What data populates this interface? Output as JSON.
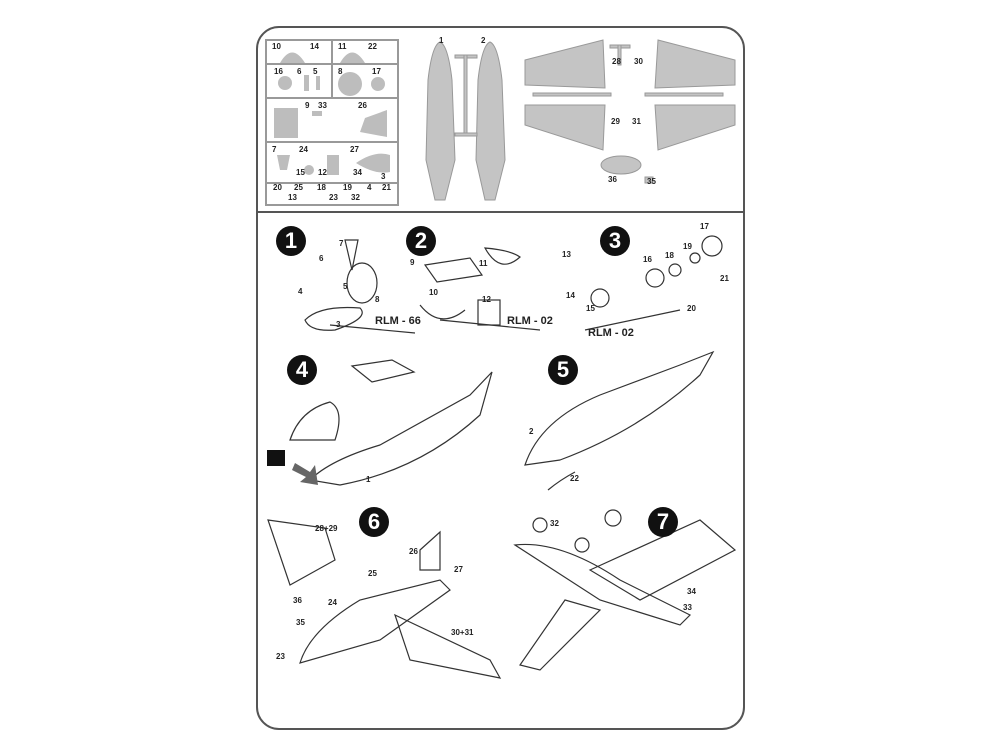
{
  "colors": {
    "part_fill": "#bdbdbd",
    "line": "#333333",
    "step_badge": "#111111"
  },
  "sprue_labels": [
    "10",
    "14",
    "11",
    "22",
    "16",
    "6",
    "5",
    "8",
    "17",
    "9",
    "33",
    "26",
    "7",
    "24",
    "27",
    "15",
    "12",
    "34",
    "3",
    "20",
    "25",
    "18",
    "19",
    "4",
    "21",
    "13",
    "23",
    "32"
  ],
  "fuselage_labels": [
    "1",
    "2"
  ],
  "wing_labels": [
    "28",
    "30",
    "29",
    "31",
    "36",
    "35"
  ],
  "steps": [
    {
      "number": "1",
      "labels": [
        "7",
        "6",
        "5",
        "4",
        "8",
        "3"
      ],
      "paint": "RLM - 66"
    },
    {
      "number": "2",
      "labels": [
        "9",
        "11",
        "10",
        "12"
      ],
      "paint": "RLM - 02"
    },
    {
      "number": "3",
      "labels": [
        "13",
        "17",
        "16",
        "18",
        "19",
        "21",
        "14",
        "15",
        "20"
      ],
      "paint": "RLM - 02"
    },
    {
      "number": "4",
      "labels": [
        "1"
      ]
    },
    {
      "number": "5",
      "labels": [
        "2",
        "22"
      ]
    },
    {
      "number": "6",
      "labels": [
        "28+29",
        "26",
        "25",
        "27",
        "36",
        "24",
        "35",
        "30+31",
        "23"
      ]
    },
    {
      "number": "7",
      "labels": [
        "32",
        "34",
        "33"
      ]
    }
  ]
}
